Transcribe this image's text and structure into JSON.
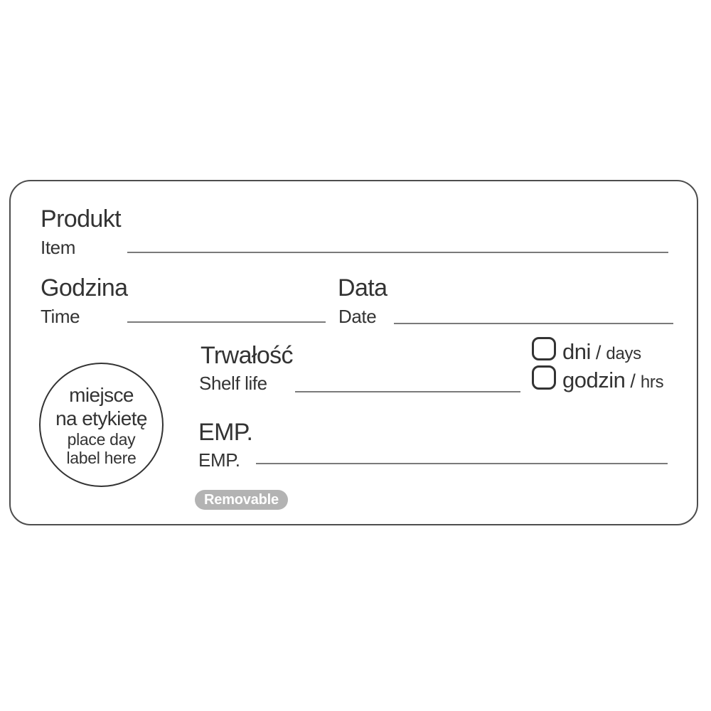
{
  "label": {
    "colors": {
      "text": "#333333",
      "border": "#4d4d4d",
      "write_line": "#7a7a7a",
      "badge_bg": "#b3b3b3",
      "badge_text": "#ffffff"
    },
    "fields": {
      "product": {
        "pl": "Produkt",
        "en": "Item",
        "value": ""
      },
      "time": {
        "pl": "Godzina",
        "en": "Time",
        "value": ""
      },
      "date": {
        "pl": "Data",
        "en": "Date",
        "value": ""
      },
      "shelf_life": {
        "pl": "Trwałość",
        "en": "Shelf life",
        "value": ""
      },
      "emp": {
        "pl": "EMP.",
        "en": "EMP.",
        "value": ""
      }
    },
    "units": [
      {
        "pl": "dni",
        "sep": "/",
        "en": "days",
        "checked": false
      },
      {
        "pl": "godzin",
        "sep": "/",
        "en": "hrs",
        "checked": false
      }
    ],
    "day_label_spot": {
      "lines": [
        "miejsce",
        "na etykietę",
        "place day",
        "label here"
      ]
    },
    "badge": {
      "text": "Removable"
    }
  }
}
